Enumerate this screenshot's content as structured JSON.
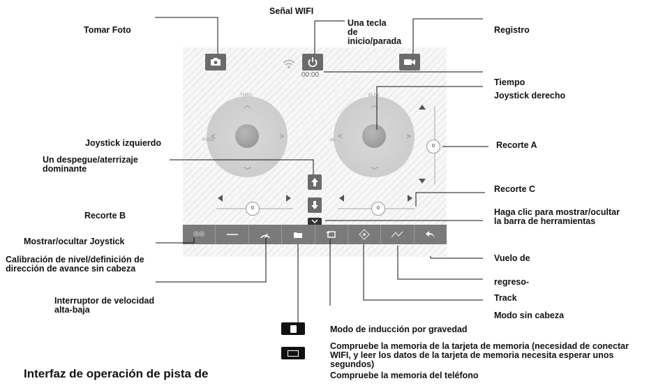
{
  "labels": {
    "signal": "Señal WIFI",
    "take_photo": "Tomar Foto",
    "start_stop": "Una tecla de inicio/parada",
    "record": "Registro",
    "time": "Tiempo",
    "right_joystick": "Joystick derecho",
    "left_joystick": "Joystick izquierdo",
    "trim_a": "Recorte  A",
    "takeoff": "Un despegue/aterrizaje dominante",
    "trim_c": "Recorte  C",
    "trim_b": "Recorte B",
    "toggle_toolbar": "Haga clic para mostrar/ocultar la barra de herramientas",
    "show_hide_joystick": "Mostrar/ocultar Joystick",
    "calibration": "Calibración de nivel/definición de dirección de avance sin cabeza",
    "return_flight": "Vuelo de",
    "return_flight2": "regreso-",
    "speed_switch": "Interruptor de velocidad alta-baja",
    "track": "Track",
    "headless": "Modo sin cabeza",
    "gravity": "Modo de inducción por gravedad",
    "card_memory": "Compruebe la memoria de la tarjeta de memoria (necesidad de conectar WIFI, y leer los datos de la tarjeta de memoria necesita esperar unos segundos)",
    "phone_memory": "Compruebe la memoria del teléfono",
    "interface_title": "Interfaz de operación de pista de"
  },
  "screen": {
    "timer": "00:00",
    "left_stick_top": "THRO",
    "left_stick_side": "RUDD",
    "right_stick_top": "ELEV",
    "right_stick_side": "AIL",
    "trim_value": "0",
    "toolbar_left_text": "®®"
  },
  "colors": {
    "button": "#6b6b6b",
    "toolbar": "#7a7a7a",
    "joystick": "#d0d0d0",
    "knob": "#9a9a9a"
  }
}
